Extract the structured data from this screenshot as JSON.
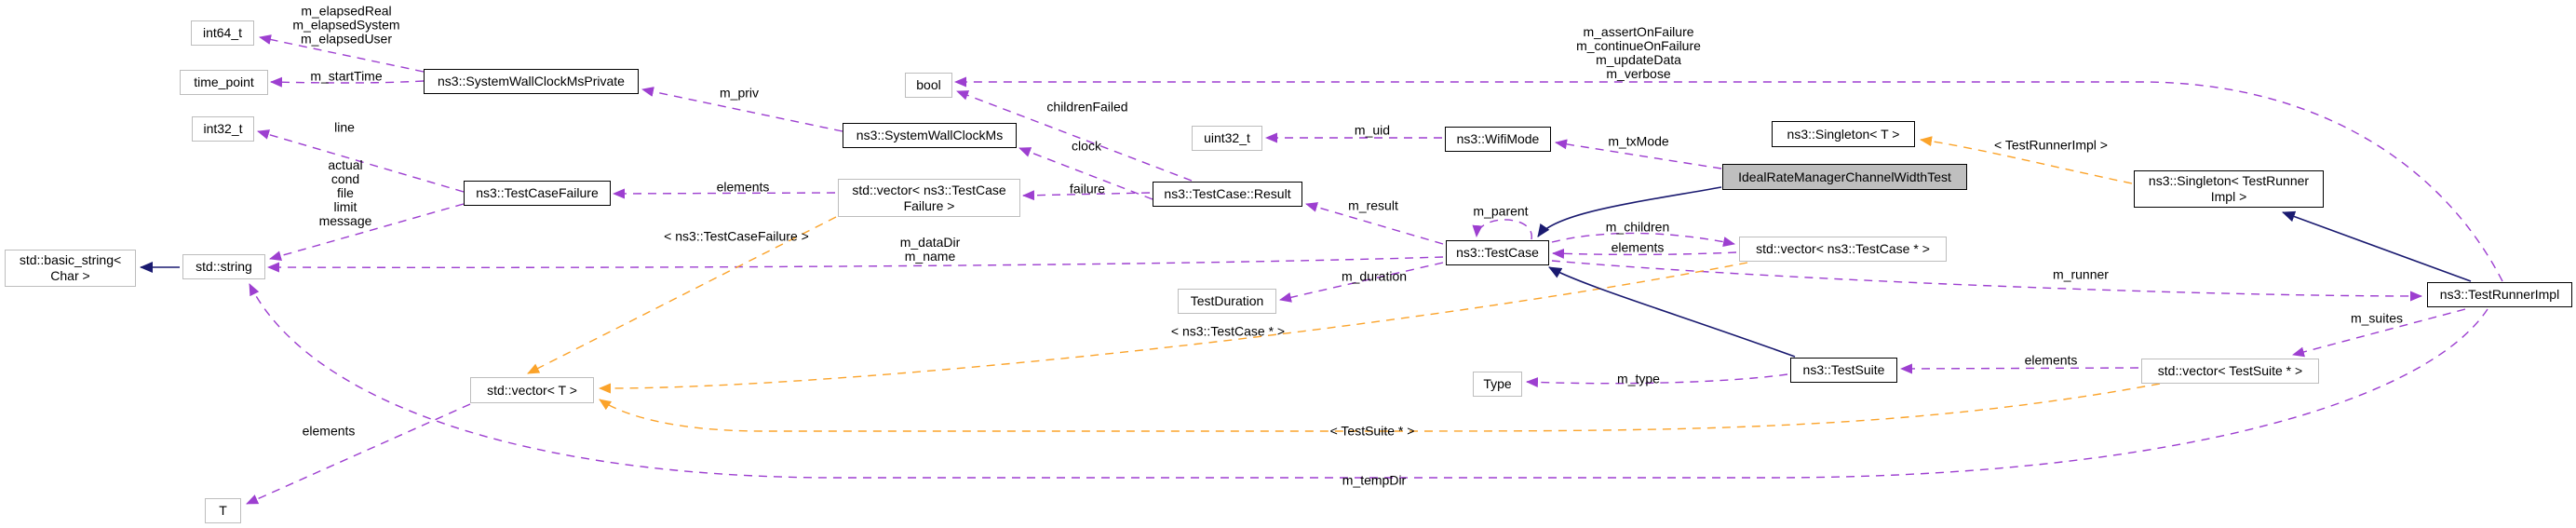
{
  "diagram": {
    "kind": "doxygen-collaboration-graph",
    "main_class": "IdealRateManagerChannelWidthTest"
  },
  "colors": {
    "member_edge": "#9d3fd0",
    "template_edge": "#fba32a",
    "inheritance_edge": "#1a1a70",
    "documented_node_border": "#000000",
    "external_node_border": "#bdbdbd",
    "highlighted_node_fill": "#bfbfbf",
    "background": "#ffffff"
  },
  "nodes": {
    "int64": "int64_t",
    "timepoint": "time_point",
    "int32": "int32_t",
    "basicstring": "std::basic_string<\nChar >",
    "stdstring": "std::string",
    "t": "T",
    "swcmp": "ns3::SystemWallClockMsPrivate",
    "tcf": "ns3::TestCaseFailure",
    "vect": "std::vector< T >",
    "swcm": "ns3::SystemWallClockMs",
    "vecf": "std::vector< ns3::TestCase\nFailure >",
    "bool": "bool",
    "uint32": "uint32_t",
    "result": "ns3::TestCase::Result",
    "testduration": "TestDuration",
    "wifimode": "ns3::WifiMode",
    "testcase": "ns3::TestCase",
    "type": "Type",
    "testsuite": "ns3::TestSuite",
    "singletont": "ns3::Singleton< T >",
    "main": "IdealRateManagerChannelWidthTest",
    "singletontri": "ns3::Singleton< TestRunner\nImpl >",
    "tri": "ns3::TestRunnerImpl",
    "vectc": "std::vector< ns3::TestCase * >",
    "vects": "std::vector< TestSuite * >"
  },
  "labels": {
    "elapsed": "m_elapsedReal\nm_elapsedSystem\nm_elapsedUser",
    "starttime": "m_startTime",
    "line": "line",
    "members5": "actual\ncond\nfile\nlimit\nmessage",
    "mpriv": "m_priv",
    "childrenfailed": "childrenFailed",
    "clock": "clock",
    "elements_f": "elements",
    "inst_f": "< ns3::TestCaseFailure >",
    "failure": "failure",
    "mdatadir": "m_dataDir\nm_name",
    "muid": "m_uid",
    "mtxmode": "m_txMode",
    "bools": "m_assertOnFailure\nm_continueOnFailure\nm_updateData\nm_verbose",
    "mresult": "m_result",
    "mparent": "m_parent",
    "mduration": "m_duration",
    "mchildren": "m_children",
    "elements_tc": "elements",
    "inst_tri": "< TestRunnerImpl >",
    "mrunner": "m_runner",
    "msuites": "m_suites",
    "elements_ts": "elements",
    "mtype": "m_type",
    "inst_tc": "< ns3::TestCase * >",
    "inst_ts": "< TestSuite * >",
    "mtempdir": "m_tempDir",
    "elements_t": "elements"
  }
}
